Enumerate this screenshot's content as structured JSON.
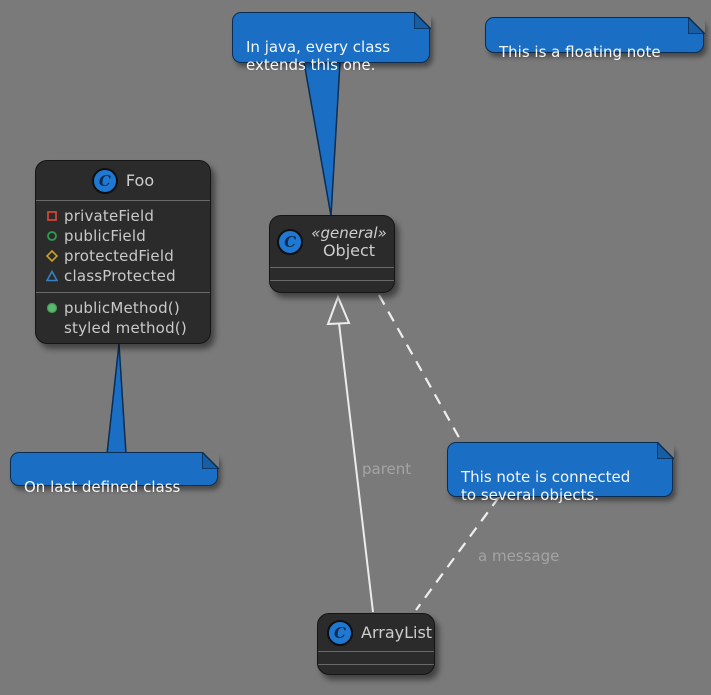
{
  "diagram": {
    "type": "uml-class-diagram",
    "background_color": "#7a7a7a"
  },
  "notes": {
    "java": {
      "text": "In java, every class\nextends this one."
    },
    "floating": {
      "text": "This is a floating note"
    },
    "last_class": {
      "text": "On last defined class"
    },
    "connected": {
      "text": "This note is connected\nto several objects."
    }
  },
  "classes": {
    "foo": {
      "icon_letter": "C",
      "name": "Foo",
      "fields": [
        {
          "label": "privateField",
          "visibility": "private"
        },
        {
          "label": "publicField",
          "visibility": "public"
        },
        {
          "label": "protectedField",
          "visibility": "protected"
        },
        {
          "label": "classProtected",
          "visibility": "package"
        }
      ],
      "methods": [
        {
          "label": "publicMethod()",
          "visibility": "public"
        },
        {
          "label": "styled method()",
          "visibility": "none"
        }
      ]
    },
    "object": {
      "icon_letter": "C",
      "stereotype": "«general»",
      "name": "Object"
    },
    "arraylist": {
      "icon_letter": "C",
      "name": "ArrayList"
    }
  },
  "edges": {
    "generalization_label": "parent",
    "message_label": "a message"
  },
  "colors": {
    "note_fill": "#1a6fc4",
    "note_border": "#0b2d52",
    "note_fold": "#185ea4",
    "class_fill": "#2b2b2b",
    "class_icon_fill": "#1f78d1",
    "separator": "#6a6a6a",
    "edge_line": "#ececec",
    "edge_label": "#a4a4a4",
    "visibility_private": "#d04437",
    "visibility_public": "#2f9e4f",
    "visibility_protected": "#c9a227",
    "visibility_package": "#3a7fc1",
    "method_public_fill": "#5cb870"
  }
}
